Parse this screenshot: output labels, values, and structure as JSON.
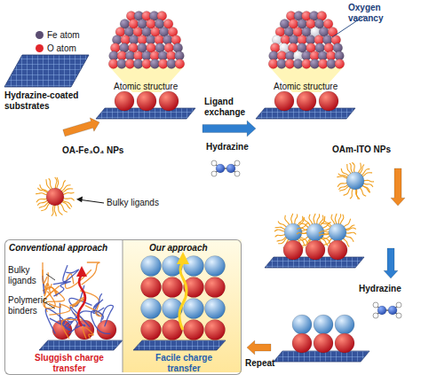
{
  "diagram": {
    "nodes": [
      {
        "text": [
          "Conventional approach",
          "Bulky ligands",
          "Polymeric binders",
          "Sluggish charge transfer"
        ]
      },
      {
        "text": [
          "Our approach",
          "Facile charge transfer"
        ]
      }
    ],
    "labels": [
      "Oxygen vacancy",
      "Atomic structure",
      "Atomic structure",
      "Hydrazine-coated substrates",
      "OA-Fe₃O₄ NPs",
      "Bulky ligands",
      "Ligand exchange",
      "Hydrazine",
      "OAm-ITO NPs",
      "Hydrazine",
      "Repeat"
    ],
    "legend": [
      {
        "text": "Fe atom",
        "color": "#5b4d72"
      },
      {
        "text": "O atom",
        "color": "#e2262b"
      }
    ]
  }
}
